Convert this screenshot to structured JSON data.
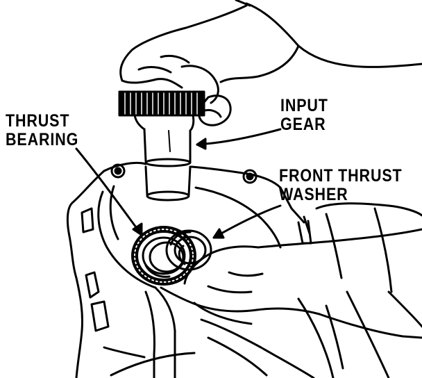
{
  "labels": {
    "input_gear": {
      "line1": "INPUT",
      "line2": "GEAR"
    },
    "thrust_bearing": {
      "line1": "THRUST",
      "line2": "BEARING"
    },
    "front_thrust_washer": {
      "line1": "FRONT THRUST",
      "line2": "WASHER"
    }
  },
  "illustration": {
    "style": "black-and-white line drawing",
    "ink_color": "#000000",
    "paper_color": "#ffffff",
    "parts": [
      "input-gear",
      "thrust-bearing",
      "front-thrust-washer",
      "transmission-case",
      "hand"
    ]
  }
}
